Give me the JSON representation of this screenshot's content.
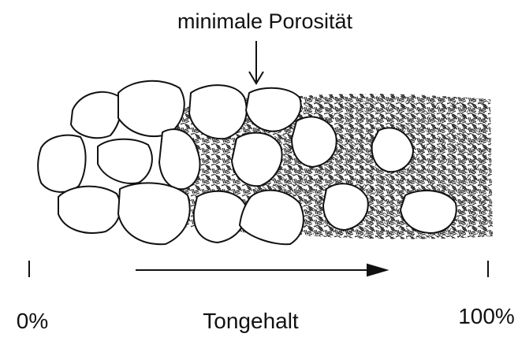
{
  "diagram": {
    "title": "minimale Porosität",
    "axis": {
      "label": "Tongehalt",
      "left_label": "0%",
      "right_label": "100%"
    }
  }
}
